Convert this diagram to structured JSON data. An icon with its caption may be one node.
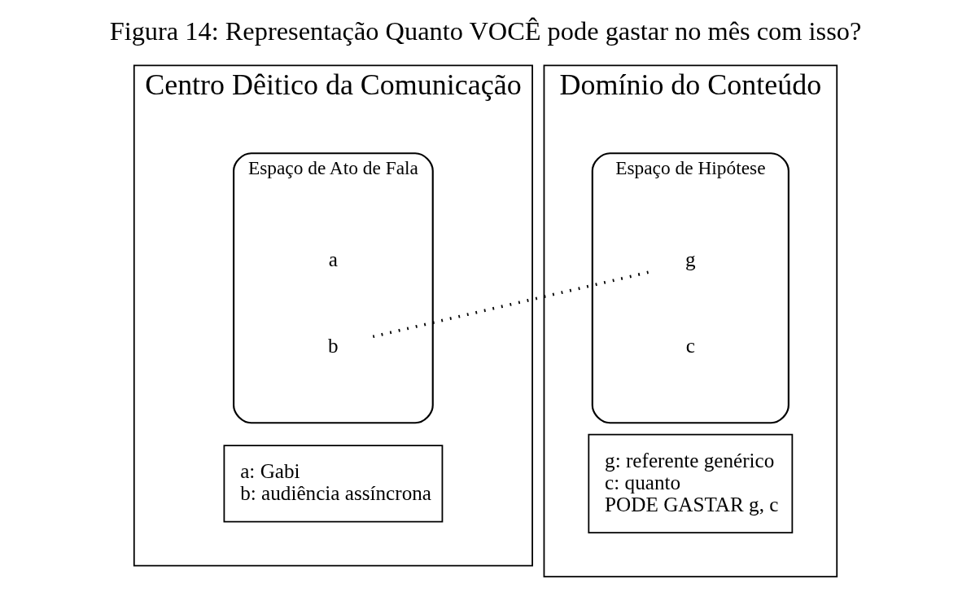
{
  "diagram": {
    "title": "Figura 14: Representação Quanto VOCÊ pode gastar no mês com isso?",
    "nodes": [
      {
        "text": [
          "Centro Dêitico da Comunicação"
        ]
      },
      {
        "text": [
          "Espaço de Ato de Fala"
        ],
        "in": 0
      },
      {
        "text": [
          "a"
        ],
        "in": 1
      },
      {
        "text": [
          "b"
        ],
        "in": 1
      },
      {
        "text": [
          "a: Gabi",
          "b: audiência assíncrona"
        ],
        "in": 0
      },
      {
        "text": [
          "Domínio do Conteúdo"
        ]
      },
      {
        "text": [
          "Espaço de Hipótese"
        ],
        "in": 5
      },
      {
        "text": [
          "g"
        ],
        "in": 6
      },
      {
        "text": [
          "c"
        ],
        "in": 6
      },
      {
        "text": [
          "g: referente genérico",
          "c: quanto",
          "PODE GASTAR g, c"
        ],
        "in": 5
      }
    ],
    "edges": [
      {
        "from": 3,
        "to": 7,
        "arrow": "none",
        "style": "dashed"
      }
    ]
  }
}
